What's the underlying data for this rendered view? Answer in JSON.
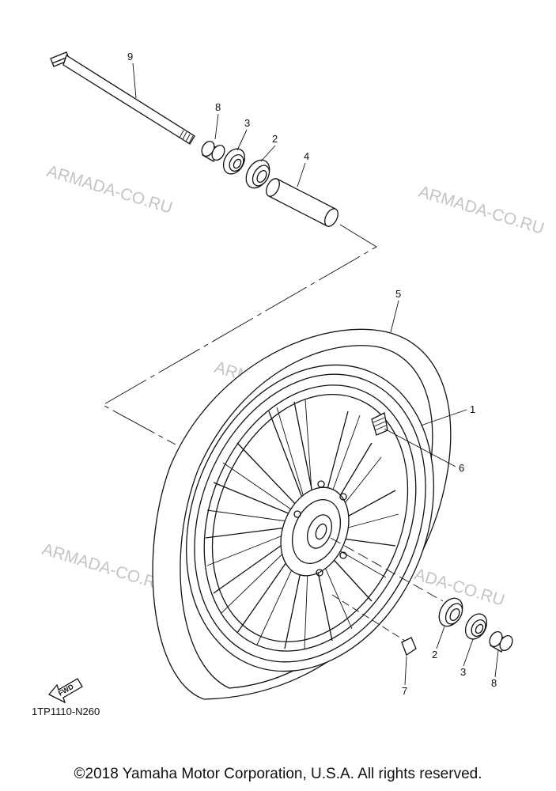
{
  "diagram": {
    "part_labels": [
      "9",
      "8",
      "3",
      "2",
      "4",
      "5",
      "1",
      "6",
      "2",
      "3",
      "8",
      "7"
    ],
    "watermark": "ARMADA-CO.RU",
    "diagram_code": "1TP1110-N260",
    "fwd_label": "FWD"
  },
  "footer": {
    "copyright": "©2018 Yamaha Motor Corporation, U.S.A. All rights reserved."
  }
}
